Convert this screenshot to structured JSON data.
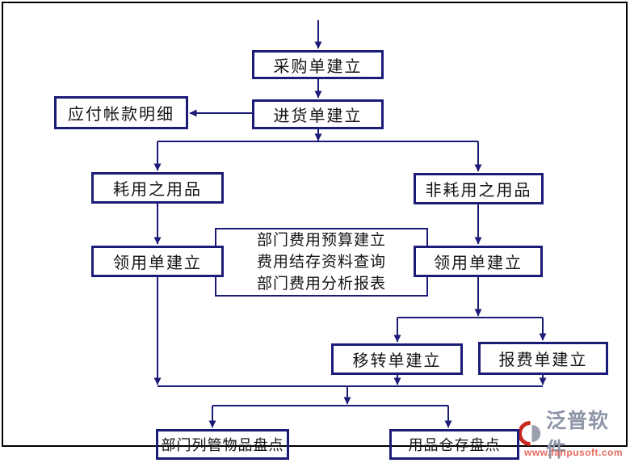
{
  "flowchart": {
    "nodes": {
      "purchase_order": {
        "label": "采购单建立"
      },
      "goods_receipt": {
        "label": "进货单建立"
      },
      "accounts_payable": {
        "label": "应付帐款明细"
      },
      "consumable": {
        "label": "耗用之用品"
      },
      "non_consumable": {
        "label": "非耗用之用品"
      },
      "requisition_left": {
        "label": "领用单建立"
      },
      "requisition_right": {
        "label": "领用单建立"
      },
      "dept_expense": {
        "lines": [
          "部门费用预算建立",
          "费用结存资料查询",
          "部门费用分析报表"
        ]
      },
      "transfer_order": {
        "label": "移转单建立"
      },
      "expense_report": {
        "label": "报费单建立"
      },
      "dept_item_inventory": {
        "label": "部门列管物品盘点"
      },
      "warehouse_inventory": {
        "label": "用品仓存盘点"
      }
    },
    "colors": {
      "node_border": "#1b1b78",
      "connector": "#1b1b78",
      "frame": "#000000",
      "text": "#141414"
    }
  },
  "logo": {
    "name": "泛普软件",
    "url": "www.fanpusoft.com",
    "name_color": "#8d95a6",
    "url_color": "#e4695e",
    "icon_red": "#c8281e",
    "icon_gray": "#9aa0ad"
  }
}
